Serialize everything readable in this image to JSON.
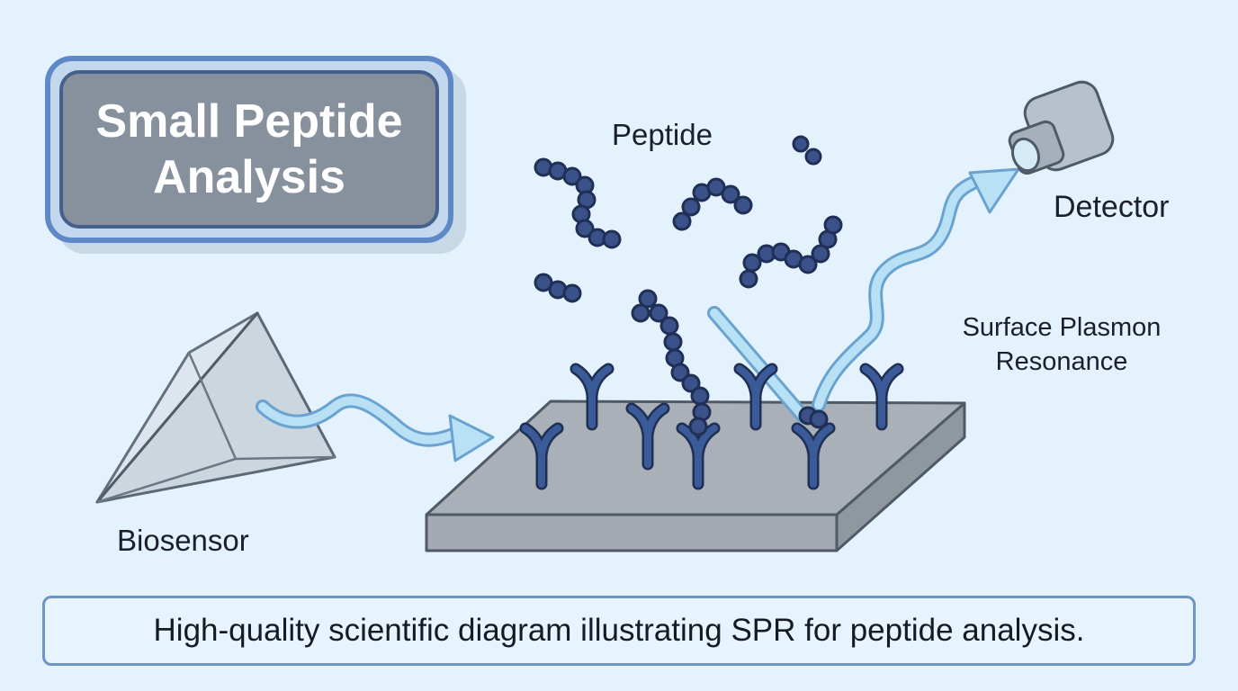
{
  "title": "Small Peptide Analysis",
  "labels": {
    "peptide": "Peptide",
    "detector": "Detector",
    "spr": "Surface Plasmon Resonance",
    "biosensor": "Biosensor"
  },
  "caption": "High-quality scientific diagram illustrating SPR for peptide analysis.",
  "colors": {
    "background": "#e3f2fc",
    "title_fill": "#87919d",
    "title_border": "#5e89c6",
    "peptide": "#3a5289",
    "receptor": "#3b5a98",
    "light_wave": "#a9d8f2",
    "chip_top": "#aab0b8",
    "prism": "#c9d3dc"
  },
  "icons": [
    "prism-icon",
    "sensor-chip-icon",
    "antibody-receptor-icon",
    "peptide-chain-icon",
    "detector-icon",
    "light-wave-arrow-icon"
  ]
}
